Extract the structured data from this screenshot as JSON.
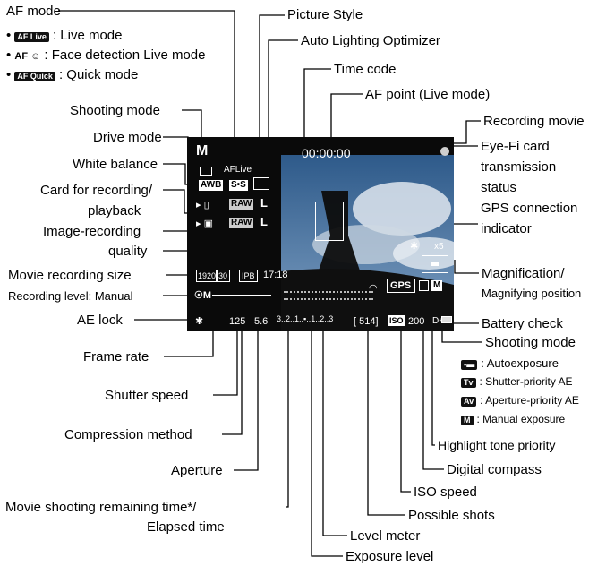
{
  "labels": {
    "af_mode": "AF mode",
    "af_live": ": Live mode",
    "af_face": ": Face detection Live mode",
    "af_quick": ": Quick mode",
    "af_live_icon": "AF Live",
    "af_face_icon": "AF ☺",
    "af_quick_icon": "AF Quick",
    "picture_style": "Picture Style",
    "auto_lighting": "Auto Lighting Optimizer",
    "time_code": "Time code",
    "af_point": "AF point (Live mode)",
    "shooting_mode_top": "Shooting mode",
    "recording_movie": "Recording movie",
    "drive_mode": "Drive mode",
    "eye_fi_1": "Eye-Fi card",
    "eye_fi_2": "transmission",
    "eye_fi_3": "status",
    "white_balance": "White balance",
    "gps_1": "GPS connection",
    "gps_2": "indicator",
    "card_1": "Card for recording/",
    "card_2": "playback",
    "quality_1": "Image-recording",
    "quality_2": "quality",
    "magnification_1": "Magnification/",
    "magnification_2": "Magnifying position",
    "movie_size": "Movie recording size",
    "rec_level": "Recording level: Manual",
    "ae_lock": "AE lock",
    "battery": "Battery check",
    "shooting_mode_bottom": "Shooting mode",
    "auto_exposure": ": Autoexposure",
    "tv_ae": ": Shutter-priority AE",
    "av_ae": ": Aperture-priority AE",
    "manual_exposure": ": Manual exposure",
    "frame_rate": "Frame rate",
    "highlight_tone": "Highlight tone priority",
    "shutter_speed": "Shutter speed",
    "digital_compass": "Digital compass",
    "compression": "Compression method",
    "iso_speed": "ISO speed",
    "aperture": "Aperture",
    "remaining_1": "Movie shooting remaining time*/",
    "remaining_2": "Elapsed time",
    "possible_shots": "Possible shots",
    "level_meter": "Level meter",
    "exposure_level": "Exposure level"
  },
  "screen": {
    "mode": "M",
    "timecode": "00:00:00",
    "af_live": "AFLive",
    "wb": "AWB",
    "style": "S•S",
    "raw1": "RAW",
    "raw2": "RAW",
    "l1": "L",
    "l2": "L",
    "movie_size": "1920",
    "fps": "30",
    "ipb": "IPB",
    "rec_time": "17:18",
    "rec_level_icon": "☉M",
    "ae_lock": "✱",
    "shutter": "125",
    "aperture": "5.6",
    "scale": "3..2..1..▪..1..2..3",
    "shots": "[ 514]",
    "iso": "ISO",
    "iso_value": "200",
    "gps": "GPS",
    "mag_star": "✱",
    "mag_x": "x5",
    "d_plus": "D+",
    "mode_icon_m": "M"
  },
  "colors": {
    "sky": "#4a6f9a",
    "ground": "#1a1a1a"
  }
}
